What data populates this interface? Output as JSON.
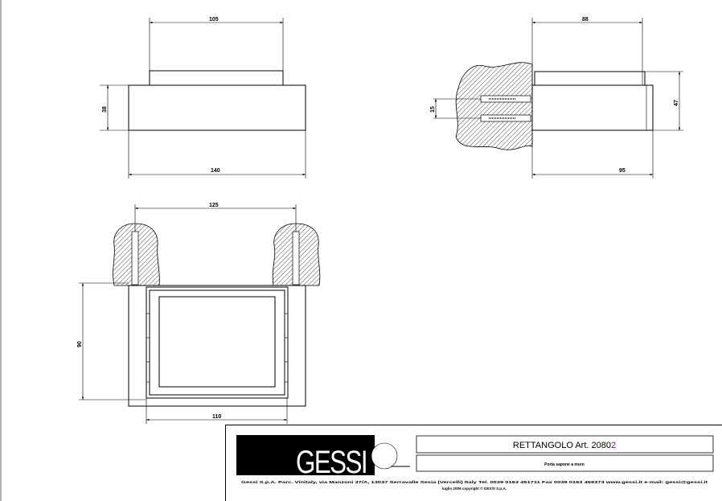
{
  "drawing": {
    "top_view": {
      "width_top": "105",
      "width_base": "140",
      "height": "38"
    },
    "side_view": {
      "depth_top": "88",
      "depth_base": "95",
      "height": "47",
      "anchor_spacing": "15"
    },
    "front_view": {
      "anchor_spacing": "125",
      "inner_width": "110",
      "height": "90"
    }
  },
  "title_block": {
    "logo_text": "GESSI",
    "title": "RETTANGOLO  Art. 2080",
    "title_suffix": "2",
    "subtitle": "Porta sapone a muro",
    "footer_line1": "Gessi S.p.A. Parc. Vinitaly, via Manzoni 37/A, 13037 Serravalle Sesia (Vercelli) Italy  Tel. 0039 0163 451711 Fax 0039 0163 459373 www.gessi.it  e-mail: gessi@gessi.it",
    "footer_line2": "luglio 2006 copyright © GESSI S.p.A.",
    "accent_color": "#6a1b6a"
  }
}
